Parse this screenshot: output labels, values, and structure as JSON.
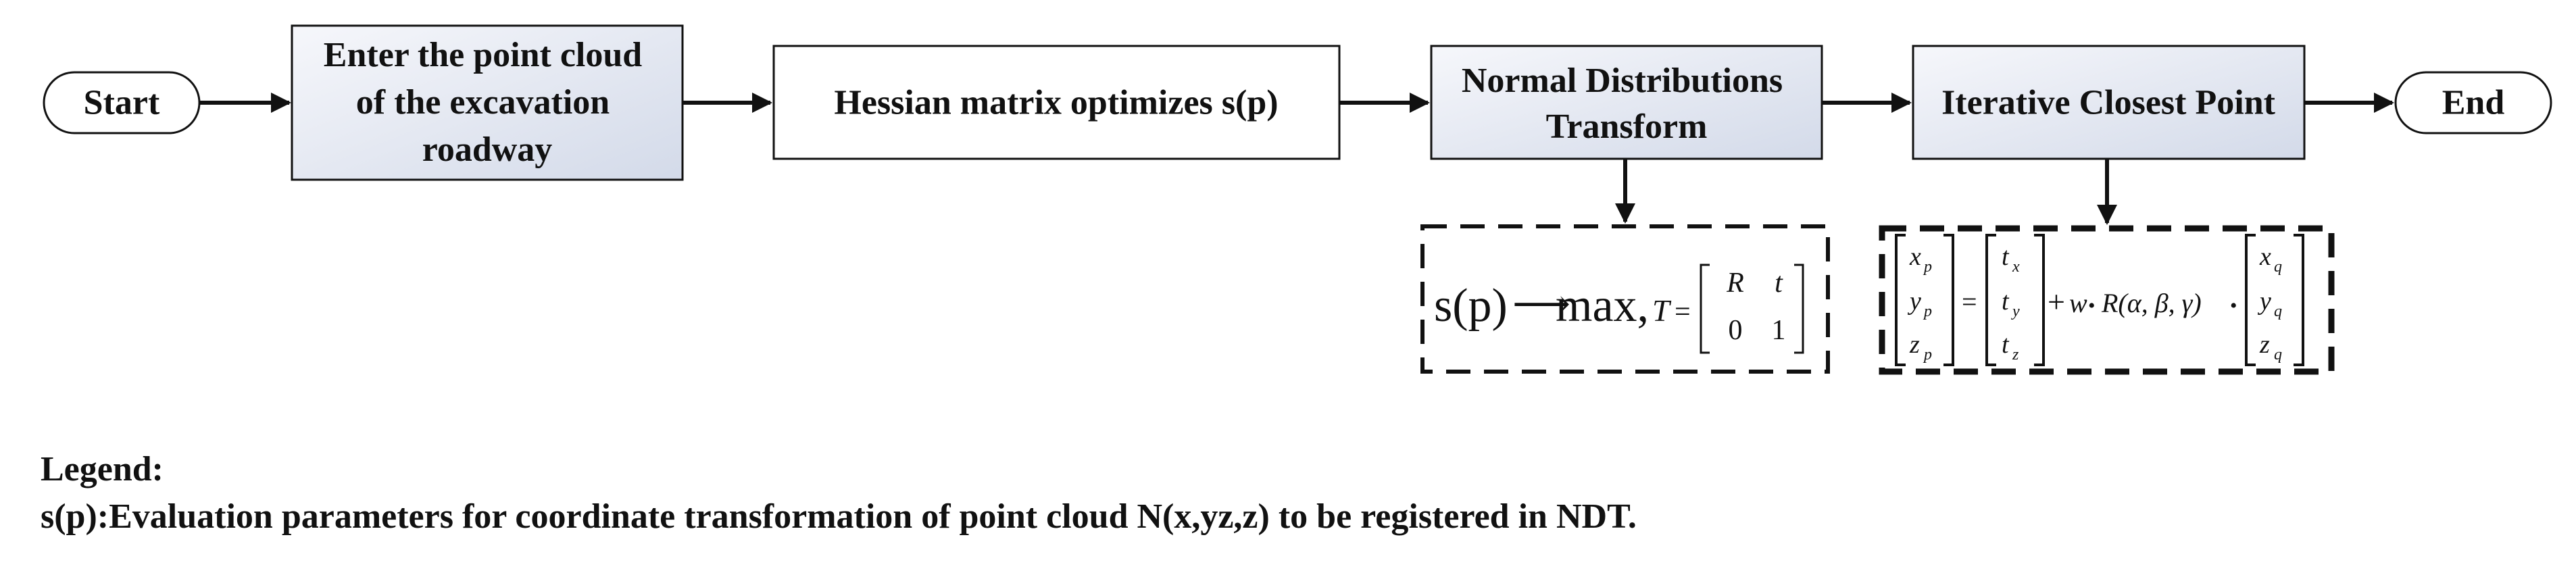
{
  "nodes": {
    "start": "Start",
    "enter": [
      "Enter the point cloud",
      "of the excavation",
      "roadway"
    ],
    "hessian": "Hessian matrix optimizes s(p)",
    "ndt": [
      "Normal Distributions",
      "Transform"
    ],
    "icp": "Iterative Closest Point",
    "end": "End"
  },
  "formulas": {
    "ndt": {
      "lhs": "s(p)",
      "arrow": "⟶",
      "rhs": "max,",
      "t_symbol": "T",
      "equals": "=",
      "matrix": [
        [
          "R",
          "t"
        ],
        [
          "0",
          "1"
        ]
      ]
    },
    "icp": {
      "left": [
        "x",
        "y",
        "z"
      ],
      "left_sub": "p",
      "equals": "=",
      "translation": [
        "t",
        "t",
        "t"
      ],
      "translation_sub": [
        "x",
        "y",
        "z"
      ],
      "plus": "+",
      "w": "w",
      "dot": "•",
      "rotation": "R(α, β, γ)",
      "right": [
        "x",
        "y",
        "z"
      ],
      "right_sub": "q"
    }
  },
  "legend": {
    "title": "Legend:",
    "text": "s(p):Evaluation parameters for coordinate transformation of point cloud N(x,yz,z) to be registered in NDT."
  },
  "colors": {
    "line": "#111111",
    "box_fill": "#ffffff",
    "gradient_light": "#f6f7fb",
    "gradient_dark": "#d3dae9"
  }
}
